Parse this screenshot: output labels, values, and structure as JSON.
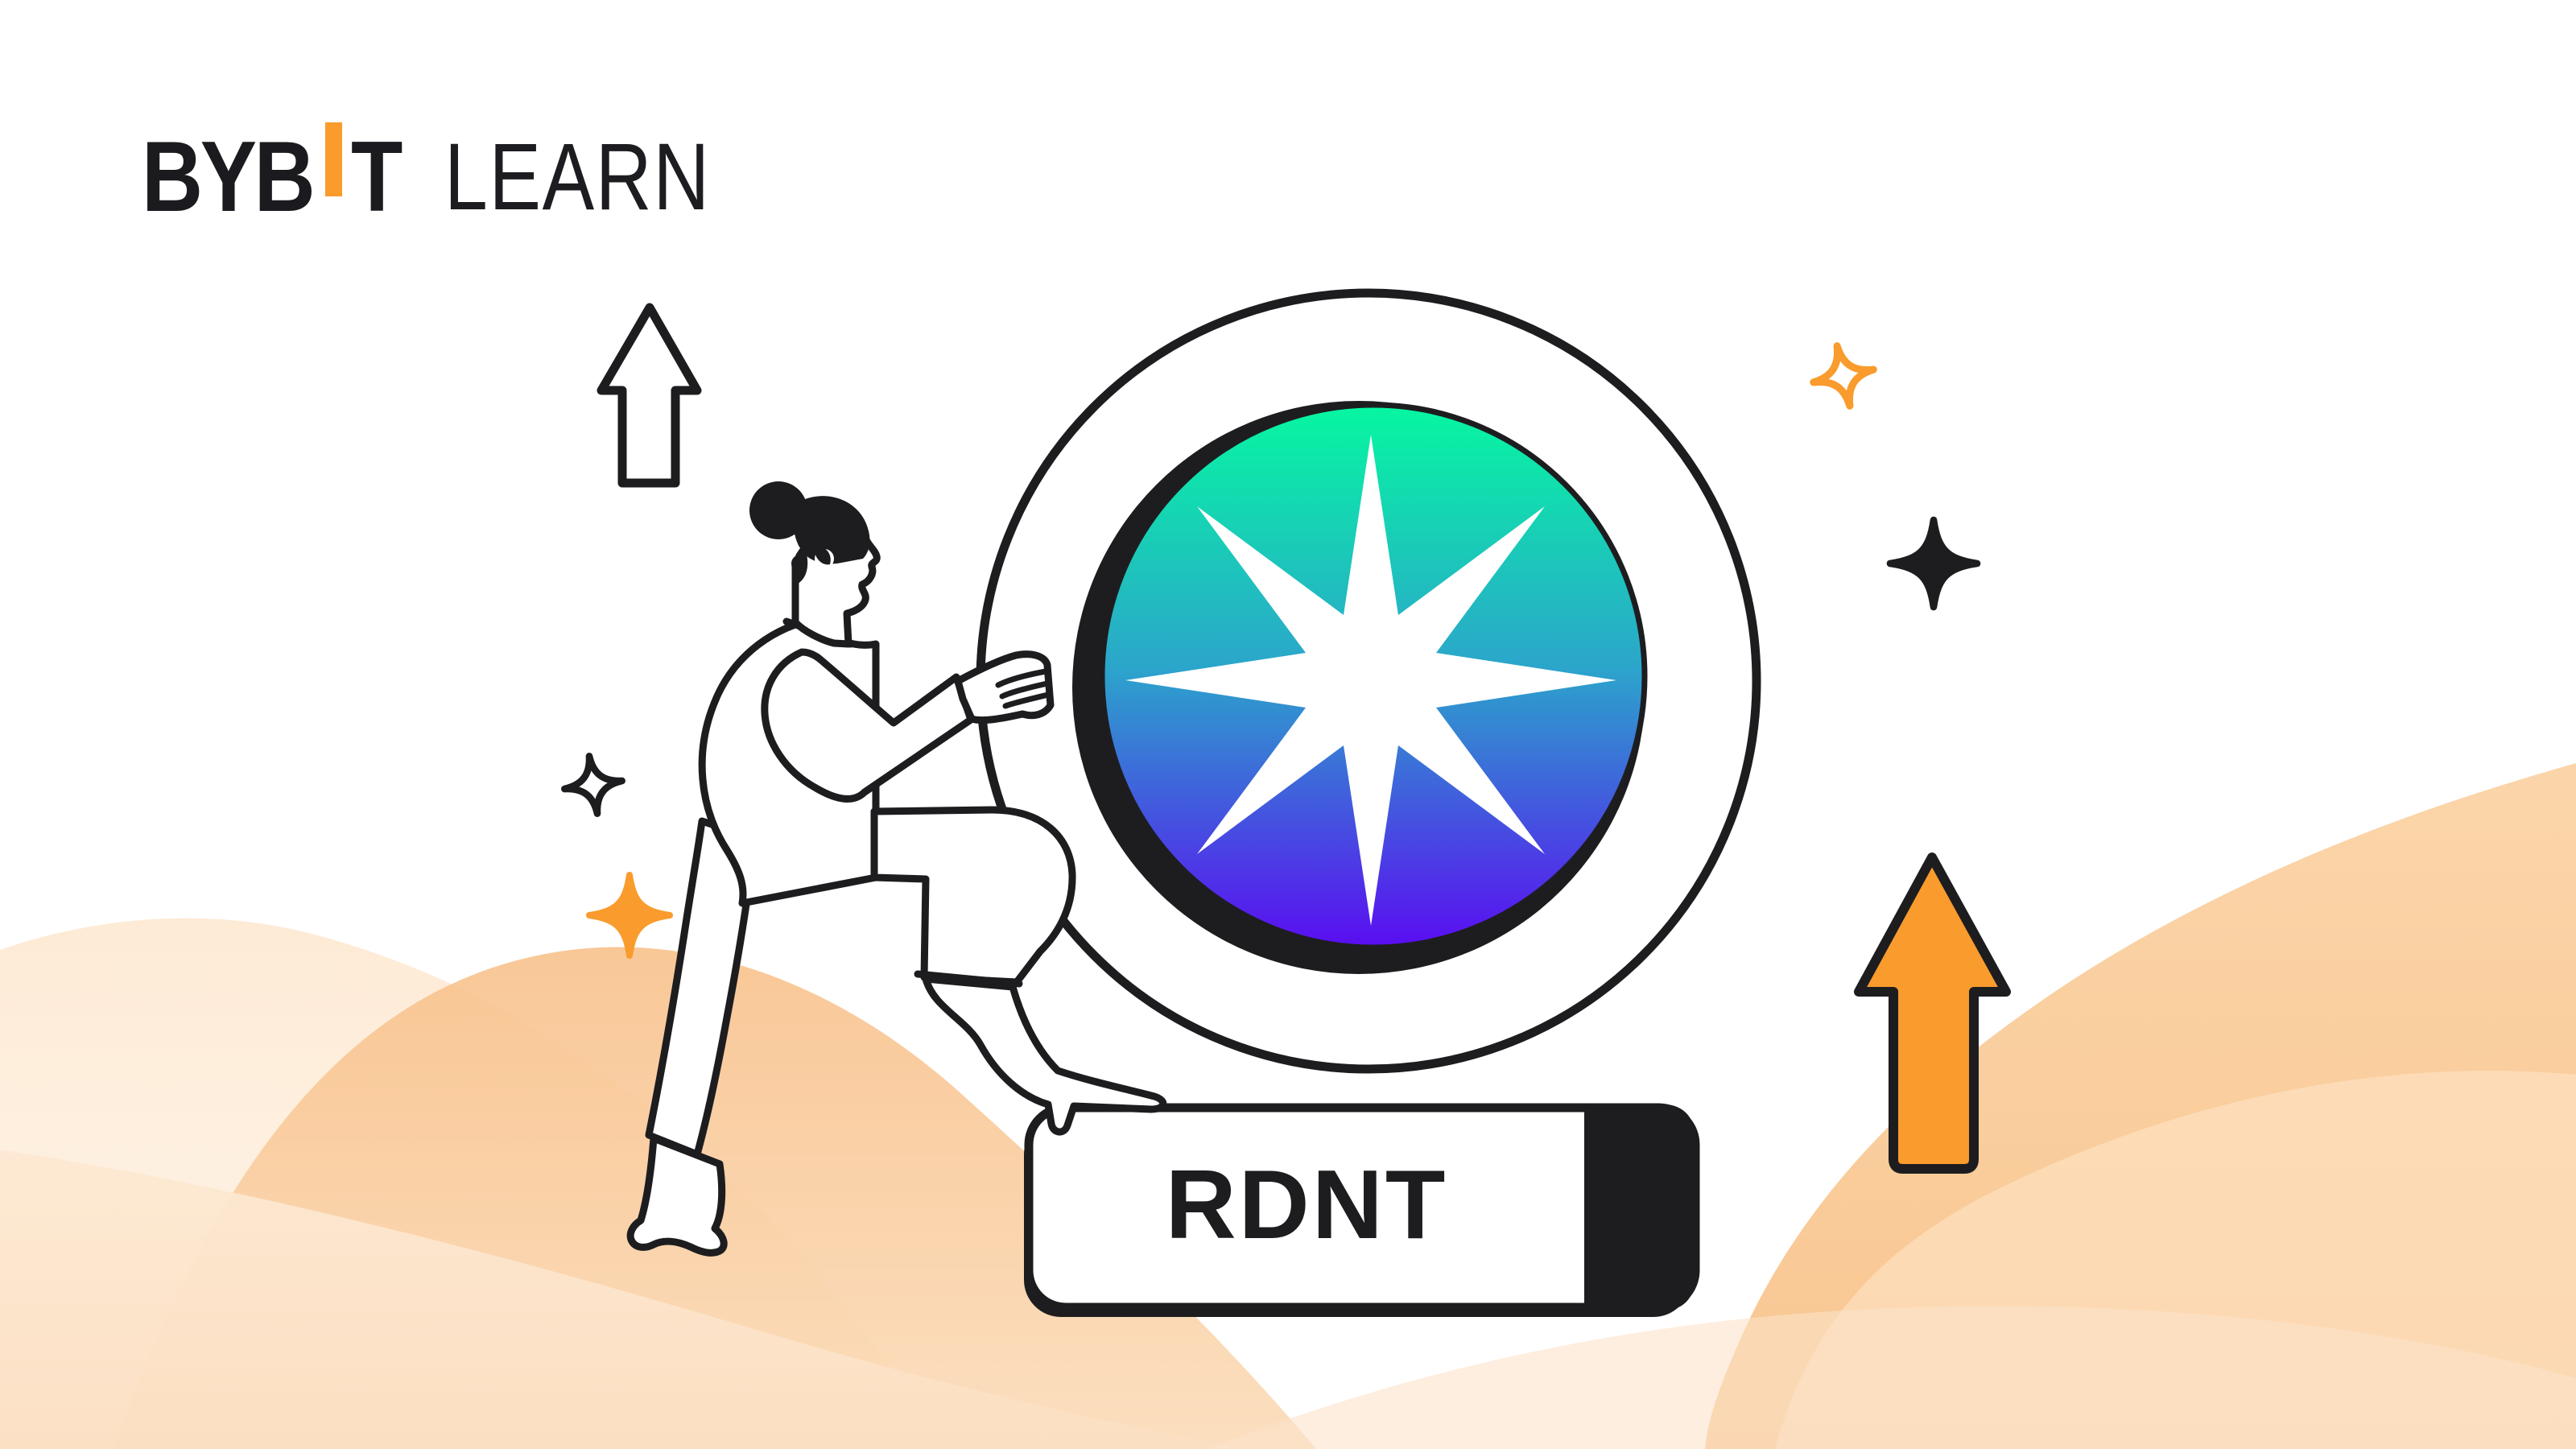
{
  "banner": {
    "description": "Bybit Learn illustrated banner: woman pushing a giant RDNT coin up orange dunes with rising arrows and sparkles",
    "background": "#FFFFFF"
  },
  "logo": {
    "bold": "BYB",
    "tail": "T",
    "suffix": "LEARN",
    "accent": "#F99B2D",
    "ink": "#1B1B1F"
  },
  "pill": {
    "ticker": "RDNT",
    "fill": "#FFFFFF",
    "cap_color": "#1D1D20"
  },
  "coin": {
    "gradient_top": "#06F7A1",
    "gradient_mid": "#2BA6CB",
    "gradient_bottom": "#5A0DF1",
    "ring_fill": "#FFFFFF",
    "star_color": "#FFFFFF",
    "outline": "#1D1D20"
  },
  "decorations": {
    "up_arrow_outline": {
      "fill": "#FFFFFF",
      "stroke": "#1D1D20"
    },
    "up_arrow_filled": {
      "fill": "#F99B2D",
      "stroke": "#1D1D20"
    },
    "sparkle_outline_orange": {
      "stroke": "#F99B2D"
    },
    "sparkle_filled_black": {
      "fill": "#1D1D20"
    },
    "sparkle_outline_black": {
      "stroke": "#1D1D20"
    },
    "sparkle_filled_orange": {
      "fill": "#F99B2D"
    }
  },
  "dunes": {
    "light": "#FDE7CE",
    "lighter": "#FEF4E9",
    "mid_dark": "#F8C18B",
    "mid_light": "#FBDBB8",
    "right_top": "#FBD5AA",
    "right_bottom": "#F8C690",
    "foreground_top": "#FDE9D3",
    "foreground_bottom": "#FBDFC2",
    "crest_highlight": "#FDE4C6"
  }
}
